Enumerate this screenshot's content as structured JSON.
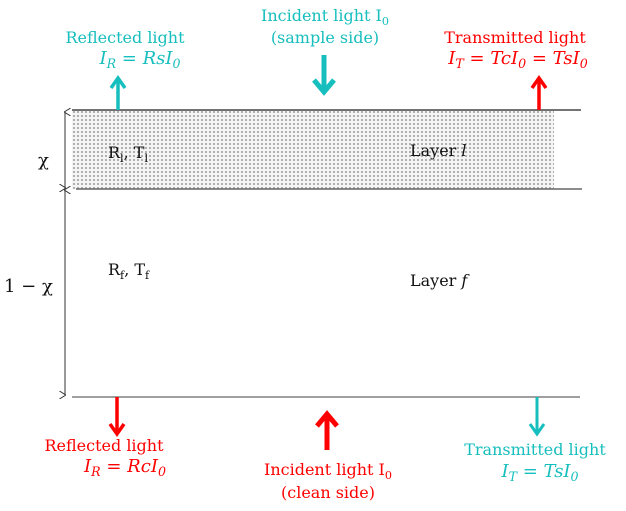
{
  "colors": {
    "teal": "#17BEBE",
    "red": "#FF0000",
    "line": "#333333"
  },
  "top": {
    "reflected": {
      "label": "Reflected light",
      "eq_I": "I",
      "eq_I_sub": "R",
      "eq_rest": " = RsI",
      "eq_rest_sub": "0"
    },
    "incident": {
      "label": "Incident light I",
      "label_sub": "0",
      "side": "(sample side)"
    },
    "transmitted": {
      "label": "Transmitted light",
      "eq_I": "I",
      "eq_I_sub": "T",
      "eq_mid": " = TcI",
      "eq_mid_sub": "0",
      "eq_rest": " = TsI",
      "eq_rest_sub": "0"
    }
  },
  "layers": {
    "l": {
      "props_R": "R",
      "props_R_sub": "l",
      "props_T": "T",
      "props_T_sub": "l",
      "name": "Layer ",
      "name_var": "l",
      "thickness": "χ"
    },
    "f": {
      "props_R": "R",
      "props_R_sub": "f",
      "props_T": "T",
      "props_T_sub": "f",
      "name": "Layer ",
      "name_var": "f",
      "thickness": "1 − χ"
    }
  },
  "bottom": {
    "reflected": {
      "label": "Reflected light",
      "eq_I": "I",
      "eq_I_sub": "R",
      "eq_rest": " = RcI",
      "eq_rest_sub": "0"
    },
    "incident": {
      "label": "Incident light I",
      "label_sub": "0",
      "side": "(clean side)"
    },
    "transmitted": {
      "label": "Transmitted light",
      "eq_I": "I",
      "eq_I_sub": "T",
      "eq_rest": " = TsI",
      "eq_rest_sub": "0"
    }
  }
}
